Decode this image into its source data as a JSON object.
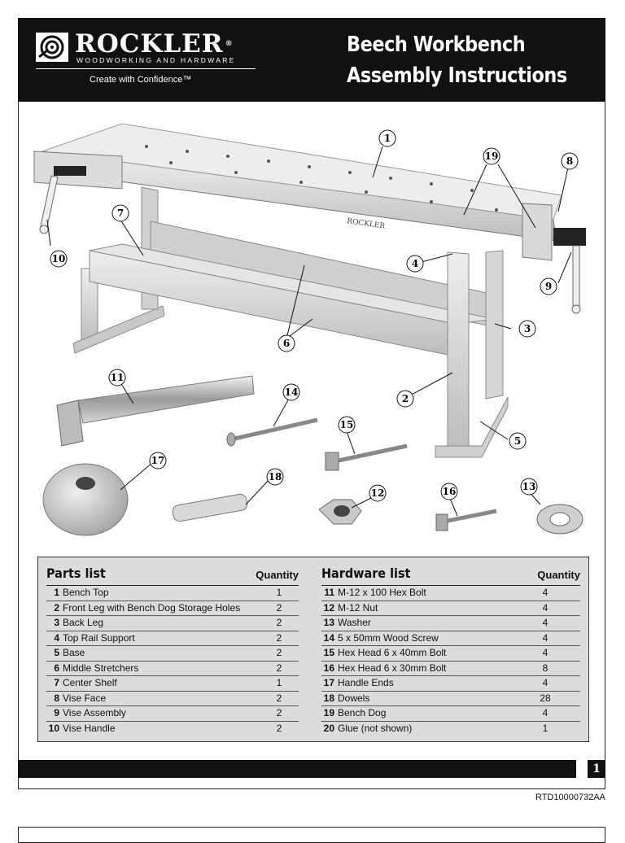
{
  "header": {
    "brand": "ROCKLER",
    "brand_mark": "®",
    "brand_sub": "WOODWORKING AND HARDWARE",
    "tagline": "Create with Confidence™",
    "title_line1": "Beech Workbench",
    "title_line2": "Assembly Instructions"
  },
  "illustration": {
    "bench_plate": "ROCKLER",
    "callouts": [
      "1",
      "2",
      "3",
      "4",
      "5",
      "6",
      "7",
      "8",
      "9",
      "10",
      "11",
      "12",
      "13",
      "14",
      "15",
      "16",
      "17",
      "18",
      "19"
    ]
  },
  "parts_list": {
    "title": "Parts list",
    "qty_header": "Quantity",
    "items": [
      {
        "num": "1",
        "name": "Bench Top",
        "qty": "1"
      },
      {
        "num": "2",
        "name": "Front Leg with Bench Dog Storage Holes",
        "qty": "2"
      },
      {
        "num": "3",
        "name": "Back Leg",
        "qty": "2"
      },
      {
        "num": "4",
        "name": "Top Rail Support",
        "qty": "2"
      },
      {
        "num": "5",
        "name": "Base",
        "qty": "2"
      },
      {
        "num": "6",
        "name": "Middle Stretchers",
        "qty": "2"
      },
      {
        "num": "7",
        "name": "Center Shelf",
        "qty": "1"
      },
      {
        "num": "8",
        "name": "Vise Face",
        "qty": "2"
      },
      {
        "num": "9",
        "name": "Vise Assembly",
        "qty": "2"
      },
      {
        "num": "10",
        "name": "Vise Handle",
        "qty": "2"
      }
    ]
  },
  "hardware_list": {
    "title": "Hardware list",
    "qty_header": "Quantity",
    "items": [
      {
        "num": "11",
        "name": "M-12 x 100 Hex Bolt",
        "qty": "4"
      },
      {
        "num": "12",
        "name": "M-12 Nut",
        "qty": "4"
      },
      {
        "num": "13",
        "name": "Washer",
        "qty": "4"
      },
      {
        "num": "14",
        "name": "5 x 50mm Wood Screw",
        "qty": "4"
      },
      {
        "num": "15",
        "name": "Hex Head 6 x 40mm Bolt",
        "qty": "4"
      },
      {
        "num": "16",
        "name": "Hex Head 6 x 30mm Bolt",
        "qty": "8"
      },
      {
        "num": "17",
        "name": "Handle Ends",
        "qty": "4"
      },
      {
        "num": "18",
        "name": "Dowels",
        "qty": "28"
      },
      {
        "num": "19",
        "name": "Bench Dog",
        "qty": "4"
      },
      {
        "num": "20",
        "name": "Glue (not shown)",
        "qty": "1"
      }
    ]
  },
  "footer": {
    "page_number": "1",
    "doc_number": "RTD10000732AA"
  }
}
